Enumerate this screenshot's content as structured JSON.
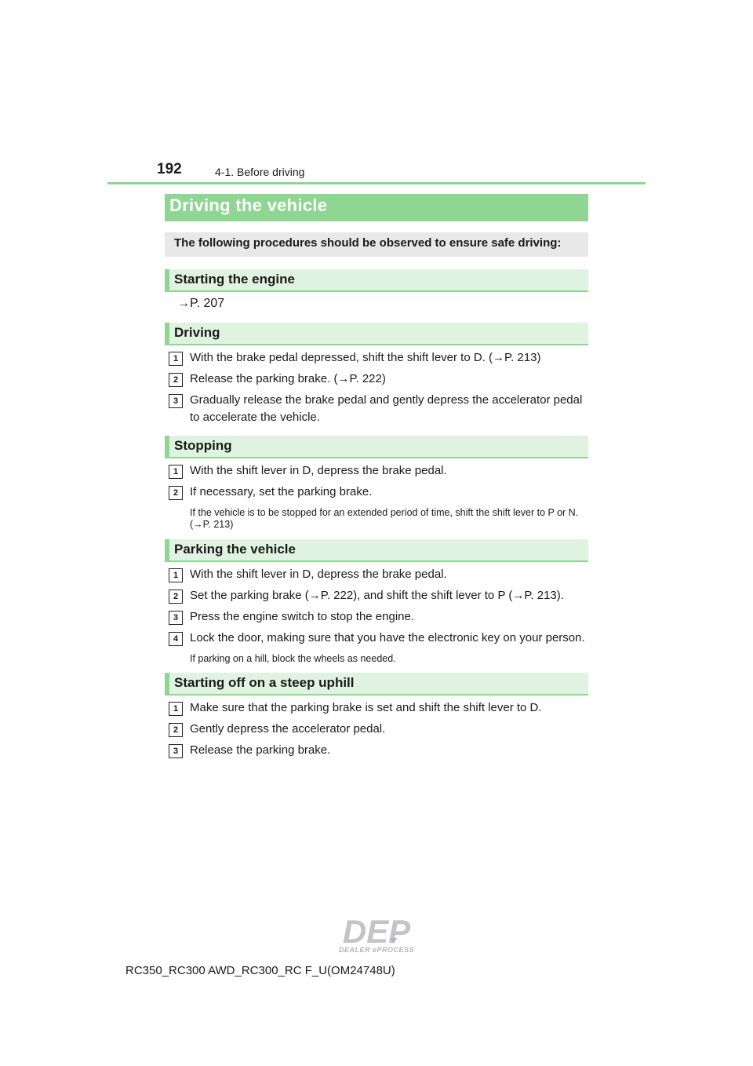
{
  "header": {
    "page_number": "192",
    "chapter": "4-1. Before driving"
  },
  "title": "Driving the vehicle",
  "intro": "The following procedures should be observed to ensure safe driving:",
  "sections": {
    "starting_engine": {
      "heading": "Starting the engine",
      "ref": "→P. 207"
    },
    "driving": {
      "heading": "Driving",
      "steps": [
        {
          "n": "1",
          "text": "With the brake pedal depressed, shift the shift lever to D. (→P. 213)"
        },
        {
          "n": "2",
          "text": "Release the parking brake. (→P. 222)"
        },
        {
          "n": "3",
          "text": "Gradually release the brake pedal and gently depress the accelerator pedal",
          "cont": "to accelerate the vehicle."
        }
      ]
    },
    "stopping": {
      "heading": "Stopping",
      "steps": [
        {
          "n": "1",
          "text": "With the shift lever in D, depress the brake pedal."
        },
        {
          "n": "2",
          "text": "If necessary, set the parking brake."
        }
      ],
      "note": "If the vehicle is to be stopped for an extended period of time, shift the shift lever to P or N. (→P. 213)"
    },
    "parking": {
      "heading": "Parking the vehicle",
      "steps": [
        {
          "n": "1",
          "text": "With the shift lever in D, depress the brake pedal."
        },
        {
          "n": "2",
          "text": "Set the parking brake (→P. 222), and shift the shift lever to P (→P. 213)."
        },
        {
          "n": "3",
          "text": "Press the engine switch to stop the engine."
        },
        {
          "n": "4",
          "text": "Lock the door, making sure that you have the electronic key on your person."
        }
      ],
      "note": "If parking on a hill, block the wheels as needed."
    },
    "uphill": {
      "heading": "Starting off on a steep uphill",
      "steps": [
        {
          "n": "1",
          "text": "Make sure that the parking brake is set and shift the shift lever to D."
        },
        {
          "n": "2",
          "text": "Gently depress the accelerator pedal."
        },
        {
          "n": "3",
          "text": "Release the parking brake."
        }
      ]
    }
  },
  "watermark": {
    "logo_text": "DEP",
    "sub_text": "DEALER ePROCESS"
  },
  "footer": "RC350_RC300 AWD_RC300_RC F_U(OM24748U)",
  "colors": {
    "accent_green": "#8fd693",
    "light_green": "#e0f3e0",
    "intro_gray": "#e8e8e8"
  }
}
